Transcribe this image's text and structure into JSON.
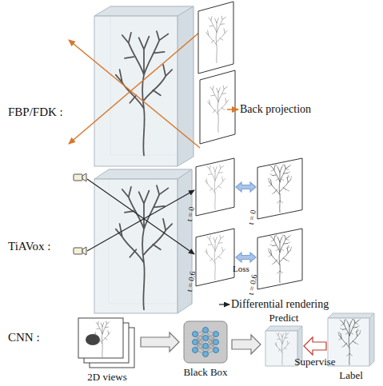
{
  "diagram": {
    "nodes": [
      {
        "text": [
          "t = 0"
        ]
      },
      {
        "text": [
          "t = 0"
        ]
      },
      {
        "text": [
          "t = 0.6"
        ]
      },
      {
        "text": [
          "t = 0.6"
        ]
      },
      {
        "text": [
          "2D views"
        ]
      },
      {
        "text": [
          "Black Box"
        ]
      },
      {
        "text": [
          "Predict"
        ]
      },
      {
        "text": [
          "Label"
        ]
      }
    ],
    "edges": [
      {
        "from": 0,
        "to": 1,
        "arrow": "both"
      },
      {
        "from": 2,
        "to": 3,
        "arrow": "both",
        "label": "Loss"
      },
      {
        "from": 4,
        "to": 5,
        "arrow": "to"
      },
      {
        "from": 5,
        "to": 6,
        "arrow": "to"
      },
      {
        "from": 7,
        "to": 6,
        "arrow": "to",
        "label": "Supervise"
      }
    ],
    "labels": [
      "FBP/FDK :",
      "Back projection",
      "TiAVox :",
      "Differential rendering",
      "CNN :"
    ]
  }
}
